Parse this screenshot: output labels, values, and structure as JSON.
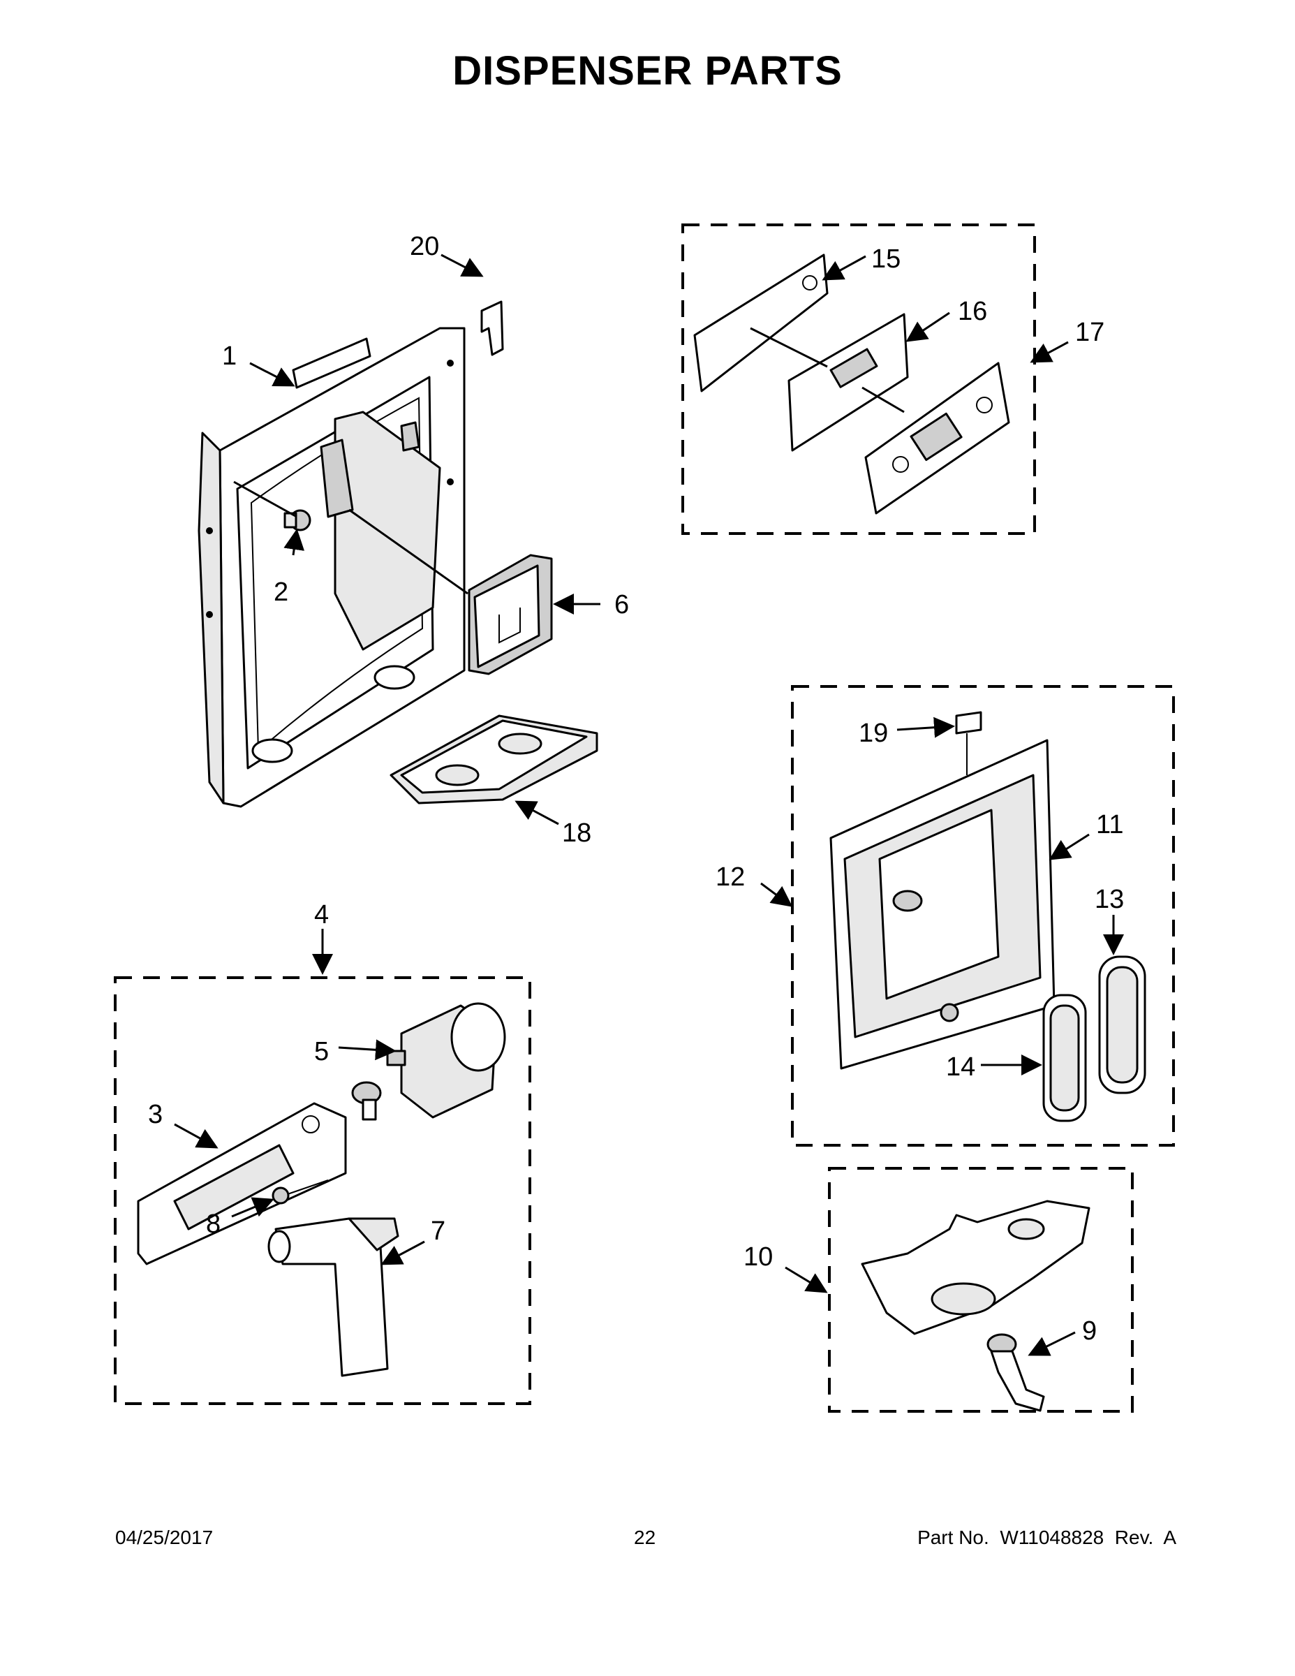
{
  "title": "DISPENSER PARTS",
  "callouts": [
    "1",
    "2",
    "3",
    "4",
    "5",
    "6",
    "7",
    "8",
    "9",
    "10",
    "11",
    "12",
    "13",
    "14",
    "15",
    "16",
    "17",
    "18",
    "19",
    "20"
  ],
  "footer": {
    "date": "04/25/2017",
    "page_number": "22",
    "part_no": "Part No.  W11048828  Rev.  A"
  }
}
